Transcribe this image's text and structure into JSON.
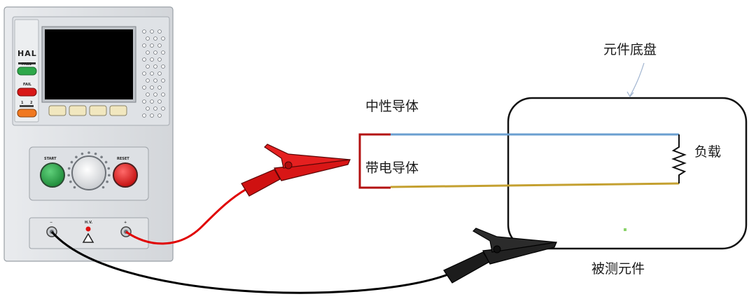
{
  "labels": {
    "chassis": "元件底盘",
    "neutral": "中性导体",
    "live": "带电导体",
    "load": "负载",
    "dut": "被测元件"
  },
  "tester": {
    "brand": "HAL",
    "pass_label": "PASS",
    "fail_label": "FAIL",
    "start_label": "START",
    "reset_label": "RESET",
    "minus_label": "−",
    "hv_label": "H.V.",
    "plus_label": "+",
    "mode_1": "1",
    "mode_2": "2"
  },
  "colors": {
    "neutral_wire": "#6a9fd0",
    "live_wire": "#c4a030",
    "red_lead": "#e00000",
    "black_lead": "#111111",
    "pass_button": "#2ea84a",
    "fail_button": "#d81818",
    "mode_button": "#f07820"
  }
}
